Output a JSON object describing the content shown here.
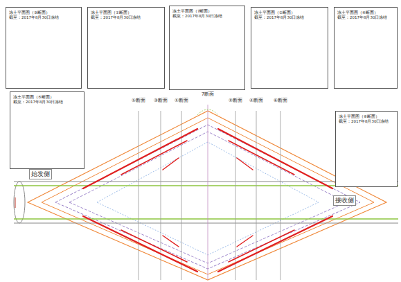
{
  "diagram": {
    "nodes": [
      {
        "text": [
          "冻土平面图（③断面）",
          "截至：2017年8月30日冻结"
        ]
      },
      {
        "text": [
          "冻土平面图（①断面）",
          "截至：2017年8月30日冻结"
        ]
      },
      {
        "text": [
          "冻土平面图（7断面）",
          "截至：2017年8月30日冻结"
        ]
      },
      {
        "text": [
          "冻土平面图（②断面）",
          "截至：2017年8月30日冻结"
        ]
      },
      {
        "text": [
          "冻土平面图（④断面）",
          "截至：2017年8月30日冻结"
        ]
      },
      {
        "text": [
          "冻土平面图（⑤断面）",
          "截至：2017年8月30日冻结"
        ]
      },
      {
        "text": [
          "冻土平面图（⑥断面）",
          "截至：2017年8月30日冻结"
        ]
      },
      {
        "text": [
          "始发侧"
        ]
      },
      {
        "text": [
          "接收侧"
        ]
      }
    ],
    "labels": [
      "⑤断面",
      "③断面",
      "①断面",
      "7断面",
      "②断面",
      "④断面",
      "⑥断面"
    ]
  }
}
